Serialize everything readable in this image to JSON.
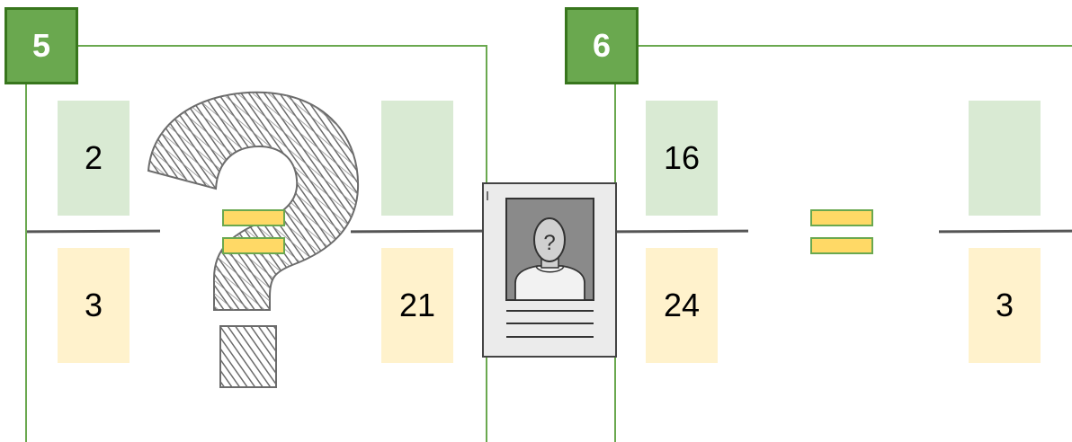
{
  "panels": [
    {
      "number": "5",
      "left": {
        "numerator": "2",
        "denominator": "3"
      },
      "right": {
        "numerator": "",
        "denominator": "21"
      }
    },
    {
      "number": "6",
      "left": {
        "numerator": "16",
        "denominator": "24"
      },
      "right": {
        "numerator": "",
        "denominator": "3"
      }
    }
  ],
  "icons": {
    "question_mark": "question-mark-icon",
    "unknown_person": "unknown-person-card-icon",
    "equals": "equals-icon"
  },
  "colors": {
    "frame_green": "#6aa84f",
    "badge_border": "#38761d",
    "numerator_fill": "#d9ead3",
    "denominator_fill": "#fff2cc",
    "equals_fill": "#ffd966"
  }
}
